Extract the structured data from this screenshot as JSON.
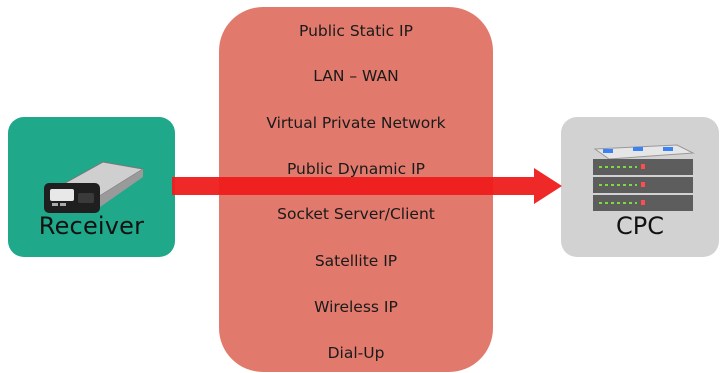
{
  "nodes": {
    "receiver": {
      "label": "Receiver",
      "icon": "gnss-receiver-icon"
    },
    "cpc": {
      "label": "CPC",
      "icon": "server-rack-icon"
    }
  },
  "connection_methods": [
    "Public Static IP",
    "LAN – WAN",
    "Virtual Private Network",
    "Public Dynamic IP",
    "Socket Server/Client",
    "Satellite IP",
    "Wireless IP",
    "Dial-Up"
  ],
  "colors": {
    "receiver_box": "#1fa88a",
    "cpc_box": "#d2d2d2",
    "network_panel": "#e17a6c",
    "arrow": "#ee1c1c"
  }
}
